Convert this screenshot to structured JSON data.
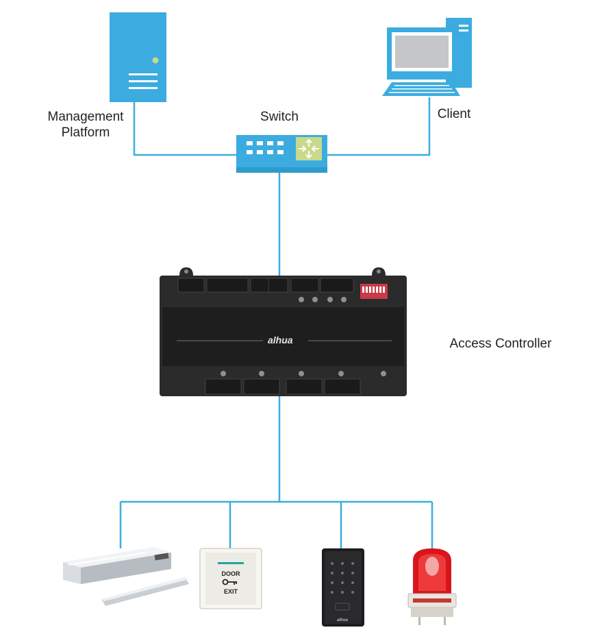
{
  "labels": {
    "management_platform": [
      "Management",
      "Platform"
    ],
    "switch": "Switch",
    "client": "Client",
    "access_controller": "Access Controller"
  },
  "device_text": {
    "brand": "alhua",
    "exit_button_line1": "DOOR",
    "exit_button_line2": "EXIT"
  },
  "colors": {
    "link": "#3aaede",
    "device_blue": "#3cace0",
    "switch_port_panel": "#c9d98a",
    "controller_body": "#2b2b2b"
  }
}
